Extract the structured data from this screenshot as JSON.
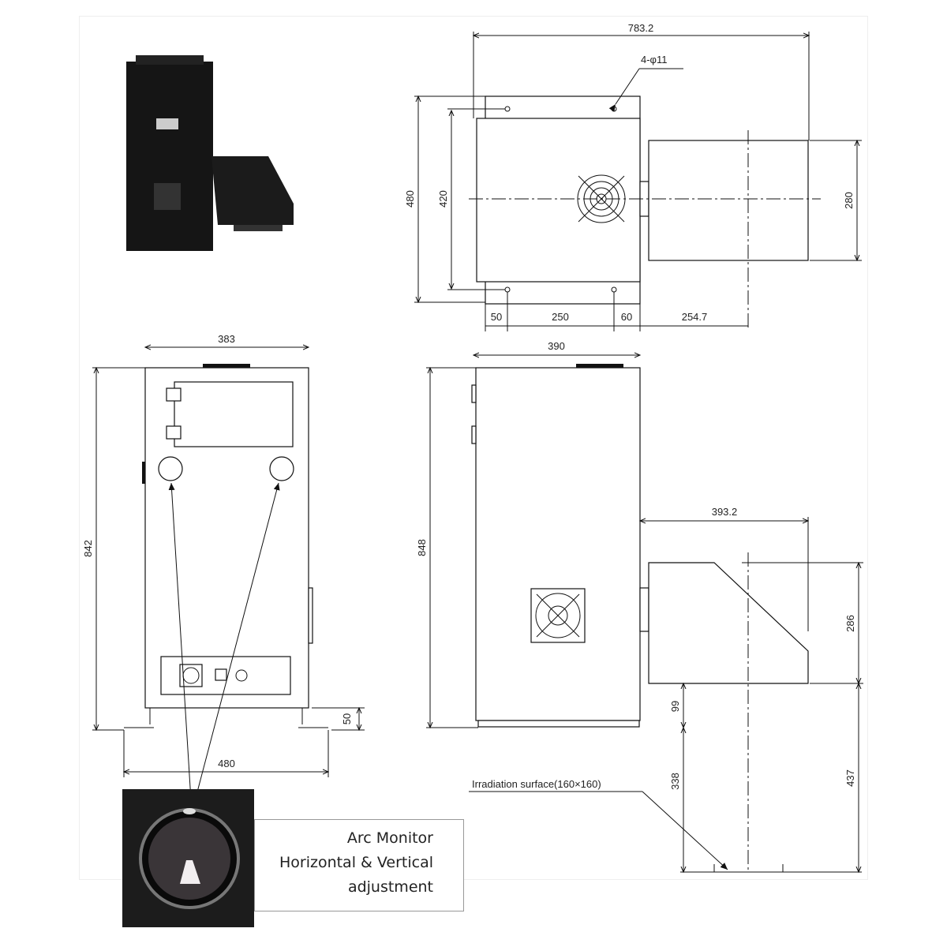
{
  "top_view": {
    "overall_length": "783.2",
    "holes": "4-φ11",
    "depth_outer": "480",
    "depth_inner": "420",
    "lamp_width": "280",
    "dim_a": "50",
    "dim_b": "250",
    "dim_c": "60",
    "dim_d": "254.7"
  },
  "front_view": {
    "width": "383",
    "height": "842",
    "base_width": "480",
    "foot_height": "50"
  },
  "side_view": {
    "depth": "390",
    "height": "848",
    "lamp_length": "393.2",
    "lamp_height": "286",
    "gap": "99",
    "work_distance": "338",
    "surface_height": "437",
    "surface_label": "Irradiation surface(160×160)"
  },
  "callout": {
    "line1": "Arc Monitor",
    "line2": "Horizontal & Vertical",
    "line3": "adjustment"
  }
}
